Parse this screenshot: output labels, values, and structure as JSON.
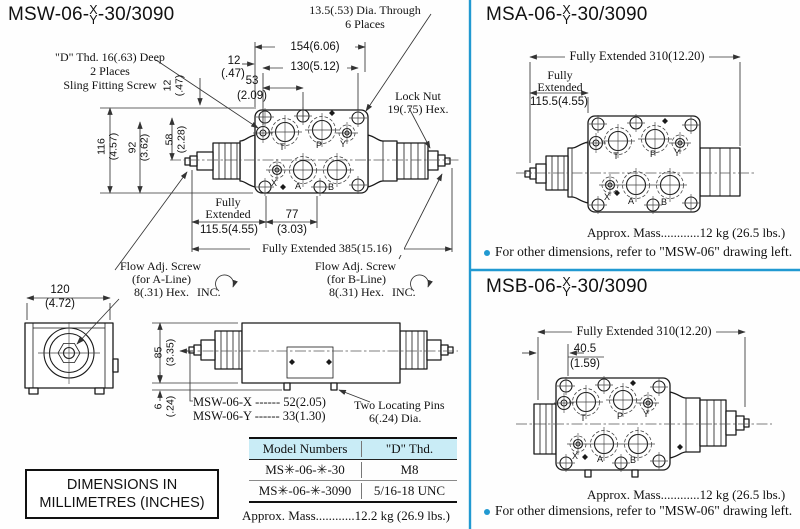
{
  "colors": {
    "accent": "#2199d1",
    "table_header_bg": "#c9ecf6"
  },
  "ports": {
    "t": "T",
    "p": "P",
    "y": "Y",
    "x": "X",
    "a": "A",
    "b": "B"
  },
  "msw": {
    "title": {
      "prefix": "MSW-06-",
      "top": "X",
      "bottom": "Y",
      "suffix": "-30/3090"
    },
    "callouts": {
      "dia1": "13.5(.53) Dia. Through",
      "dia2": "6 Places",
      "dthd1": "\"D\" Thd. 16(.63) Deep",
      "dthd2": "2 Places",
      "dthd3": "Sling Fitting Screw",
      "lock1": "Lock Nut",
      "lock2": "19(.75) Hex.",
      "flowa1": "Flow Adj. Screw",
      "flowa2": "(for A-Line)",
      "flowa3": "8(.31) Hex.",
      "flowa4": "INC.",
      "flowb1": "Flow Adj. Screw",
      "flowb2": "(for B-Line)",
      "flowb3": "8(.31) Hex.",
      "flowb4": "INC.",
      "pins1": "Two Locating Pins",
      "pins2": "6(.24) Dia.",
      "strokex": "MSW-06-X ------ 52(2.05)",
      "strokey": "MSW-06-Y ------ 33(1.30)"
    },
    "dims": {
      "d154": "154(6.06)",
      "d12mm": "12",
      "d12in": "(.47)",
      "d130": "130(5.12)",
      "d53mm": "53",
      "d53in": "(2.09)",
      "v12": "12\n(.47)",
      "v58": "58\n(2.28)",
      "v92": "92\n(3.62)",
      "v116": "116\n(4.57)",
      "fully1": "Fully",
      "fully2": "Extended",
      "d1155": "115.5(4.55)",
      "d77mm": "77",
      "d77in": "(3.03)",
      "d385": "Fully Extended 385(15.16)",
      "d120mm": "120",
      "d120in": "(4.72)",
      "v85": "85\n(3.35)",
      "v6": "6\n(.24)"
    },
    "table": {
      "headers": [
        "Model Numbers",
        "\"D\" Thd."
      ],
      "rows": [
        [
          "MS✳-06-✳-30",
          "M8"
        ],
        [
          "MS✳-06-✳-3090",
          "5/16-18 UNC"
        ]
      ]
    },
    "mass": "Approx. Mass............12.2 kg (26.9 lbs.)",
    "units_note": [
      "DIMENSIONS IN",
      "MILLIMETRES (INCHES)"
    ]
  },
  "msa": {
    "title": {
      "prefix": "MSA-06-",
      "top": "X",
      "bottom": "Y",
      "suffix": "-30/3090"
    },
    "dims": {
      "d310": "Fully Extended 310(12.20)",
      "fully1": "Fully",
      "fully2": "Extended",
      "d1155": "115.5(4.55)"
    },
    "mass": "Approx. Mass............12 kg (26.5 lbs.)",
    "note": "For other dimensions, refer to \"MSW-06\" drawing left."
  },
  "msb": {
    "title": {
      "prefix": "MSB-06-",
      "top": "X",
      "bottom": "Y",
      "suffix": "-30/3090"
    },
    "dims": {
      "d310": "Fully Extended 310(12.20)",
      "d405mm": "40.5",
      "d405in": "(1.59)"
    },
    "mass": "Approx. Mass............12 kg (26.5 lbs.)",
    "note": "For other dimensions, refer to \"MSW-06\" drawing left."
  }
}
